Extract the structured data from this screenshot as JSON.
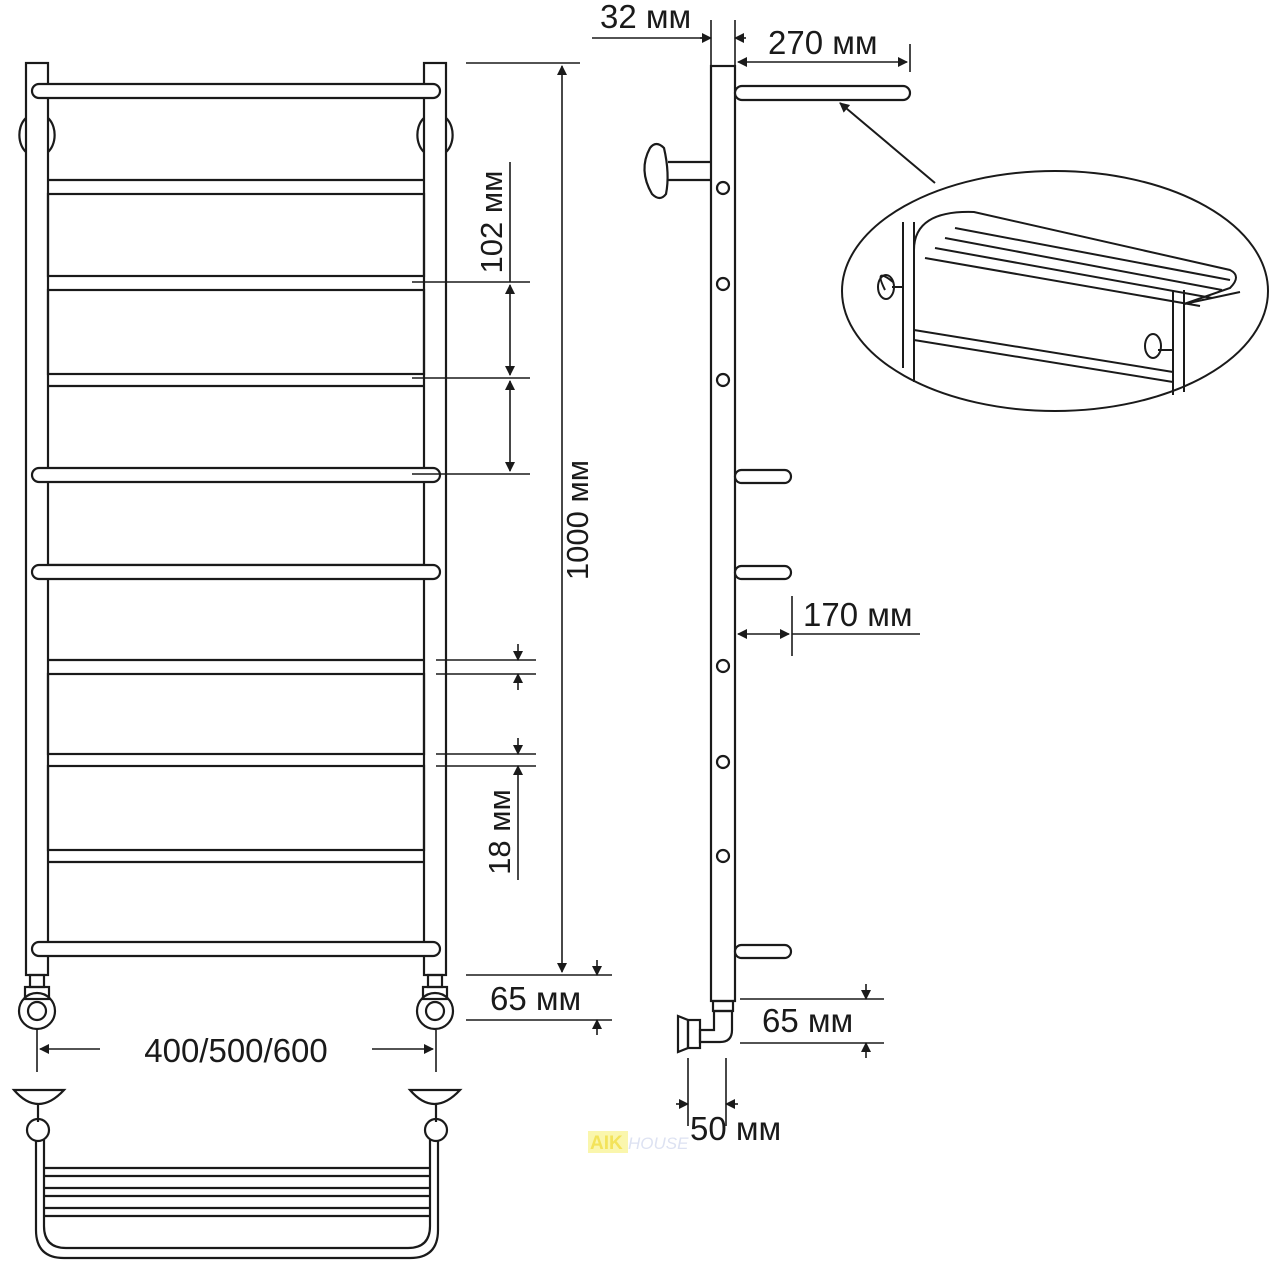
{
  "dimensions": {
    "height": "1000 мм",
    "rung_spacing": "102 мм",
    "tube": "18 мм",
    "connection_offset": "65 мм",
    "width": "400/500/600",
    "wall_gap": "32 мм",
    "shelf_depth": "270 мм",
    "rail_depth": "170 мм",
    "side_offset": "65 мм",
    "pipe": "50 мм"
  },
  "watermark": {
    "brand_a": "AIK",
    "brand_b": "HOUSE"
  }
}
